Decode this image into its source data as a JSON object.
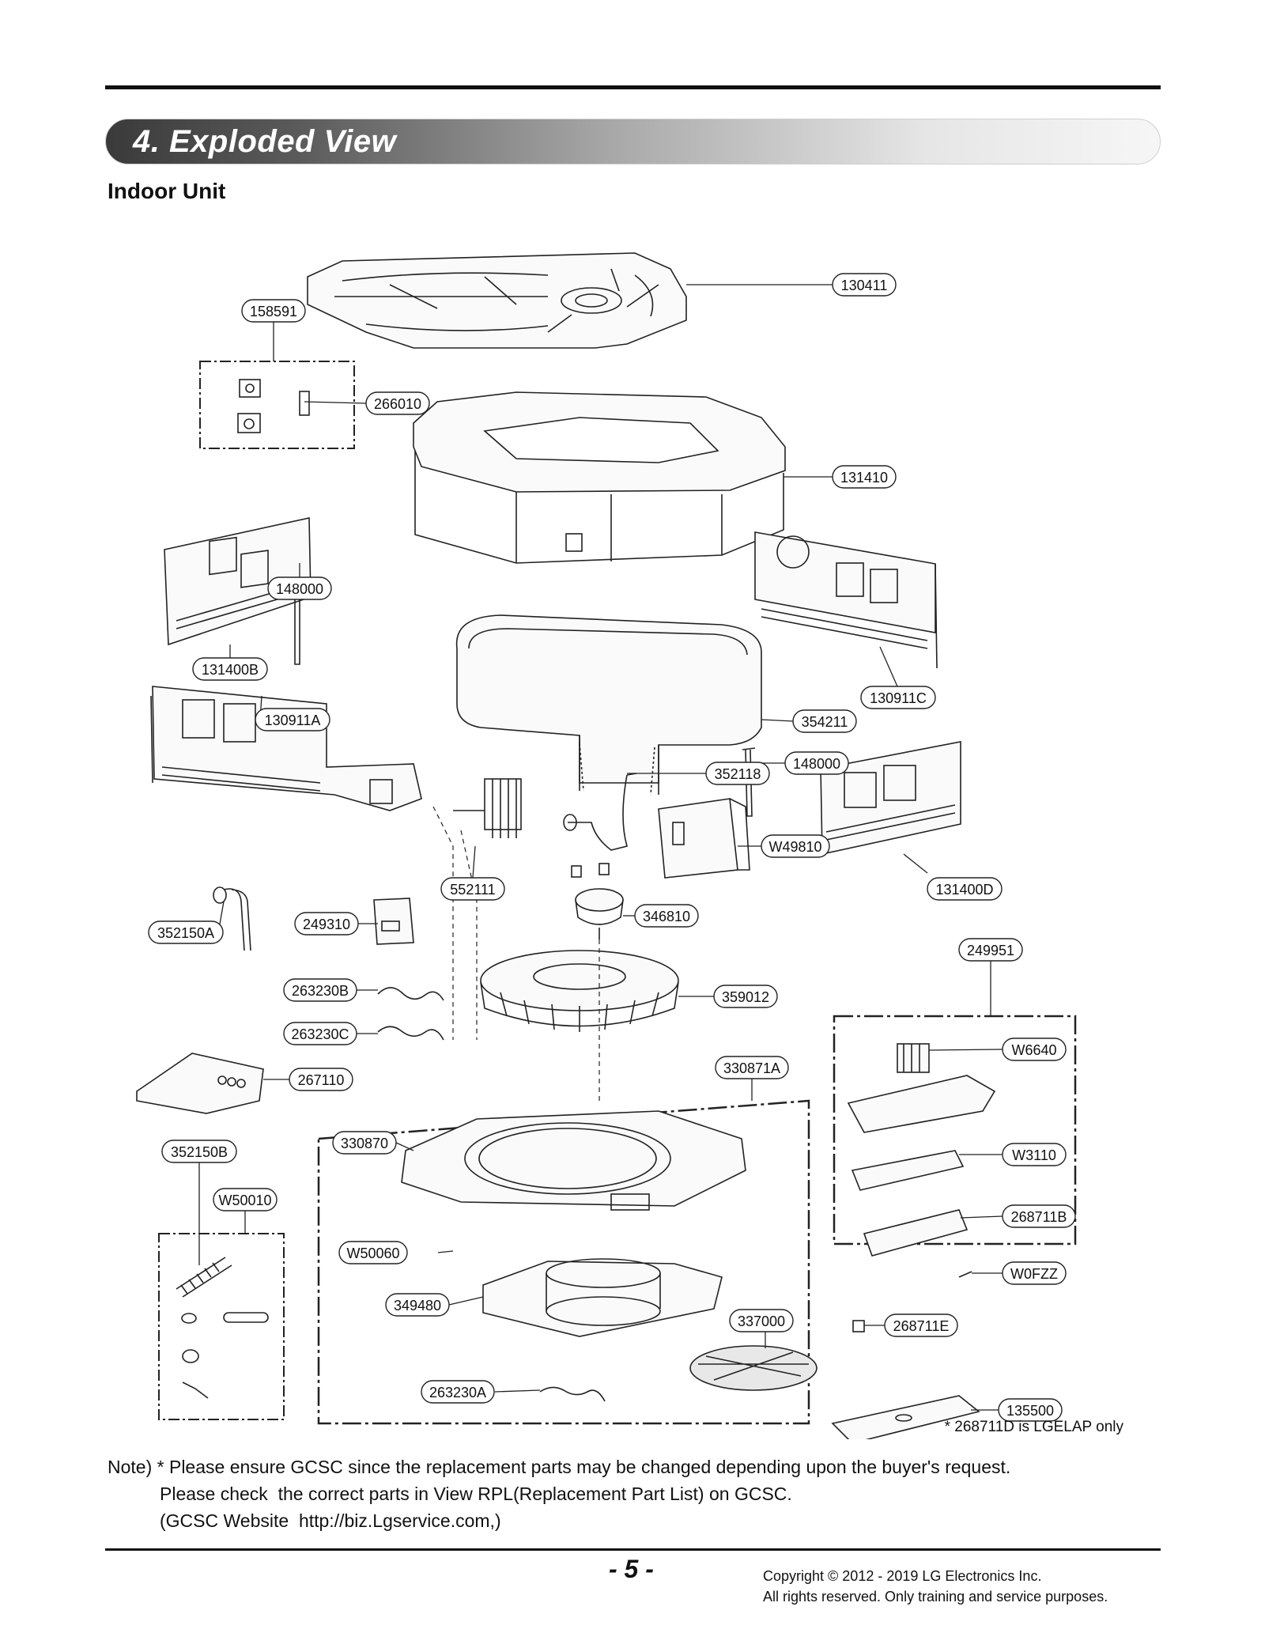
{
  "header": {
    "section_title": "4. Exploded View",
    "subtitle": "Indoor Unit"
  },
  "callouts": {
    "c130411": "130411",
    "c158591": "158591",
    "c266010": "266010",
    "c131410": "131410",
    "c148000a": "148000",
    "c131400b": "131400B",
    "c130911c": "130911C",
    "c354211": "354211",
    "c130911a": "130911A",
    "c148000b": "148000",
    "c352118": "352118",
    "c w49810": "W49810",
    "c552111": "552111",
    "c131400d": "131400D",
    "c352150a": "352150A",
    "c249310": "249310",
    "c346810": "346810",
    "c249951": "249951",
    "c263230b": "263230B",
    "c359012": "359012",
    "c263230c": "263230C",
    "cw6640": "W6640",
    "c267110": "267110",
    "c330871a": "330871A",
    "c352150b": "352150B",
    "cw50010": "W50010",
    "c330870": "330870",
    "cw3110": "W3110",
    "c268711b": "268711B",
    "cw50060": "W50060",
    "cw0fzz": "W0FZZ",
    "c349480": "349480",
    "c337000": "337000",
    "c268711e": "268711E",
    "c263230a": "263230A",
    "c135500": "135500"
  },
  "footnote": "* 268711D is LGELAP only",
  "note": {
    "line1": "Note) * Please ensure GCSC since the replacement parts may be changed depending upon the buyer's request.",
    "line2": "Please check  the correct parts in View RPL(Replacement Part List) on GCSC.",
    "line3": "(GCSC Website  http://biz.Lgservice.com,)"
  },
  "footer": {
    "page_number": "- 5 -",
    "copyright_line1": "Copyright © 2012 - 2019 LG Electronics Inc.",
    "copyright_line2": "All rights reserved. Only training and service purposes."
  }
}
